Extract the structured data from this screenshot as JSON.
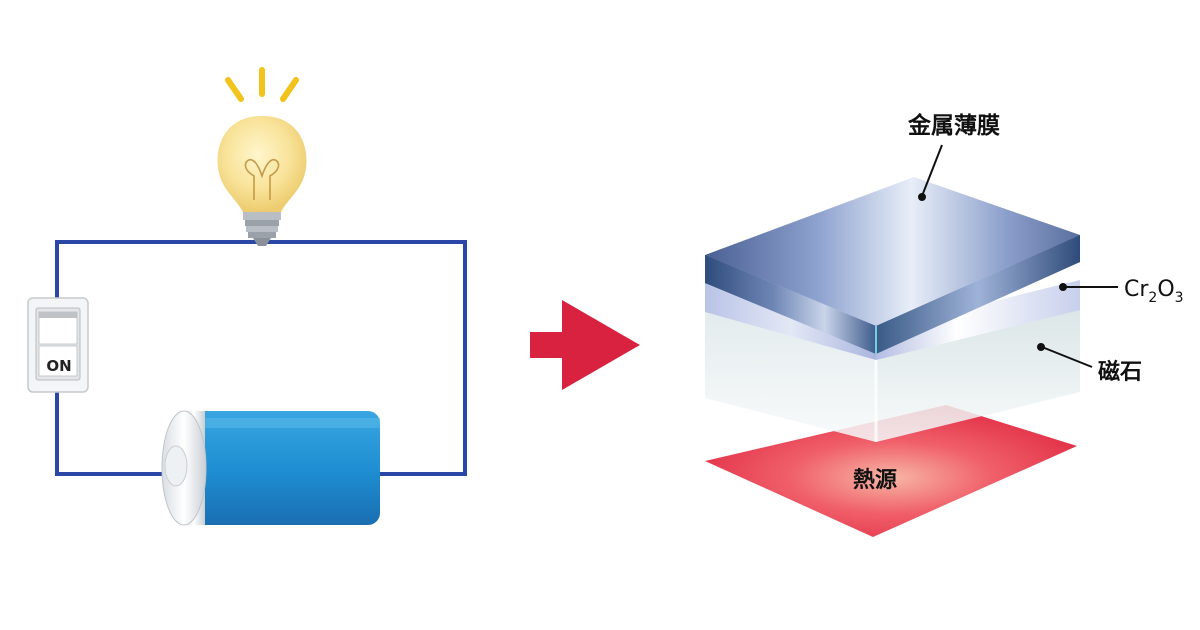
{
  "circuit": {
    "switch_label": "ON",
    "icons": [
      "lightbulb-icon",
      "battery-icon",
      "switch-icon"
    ],
    "wire_color": "#2a47a8"
  },
  "arrow": {
    "icon": "arrow-right-icon",
    "color": "#d8223f"
  },
  "stack": {
    "film_label": "金属薄膜",
    "oxide_label": {
      "base1": "Cr",
      "sub1": "2",
      "base2": "O",
      "sub2": "3"
    },
    "magnet_label": "磁石",
    "heat_label": "熱源"
  }
}
